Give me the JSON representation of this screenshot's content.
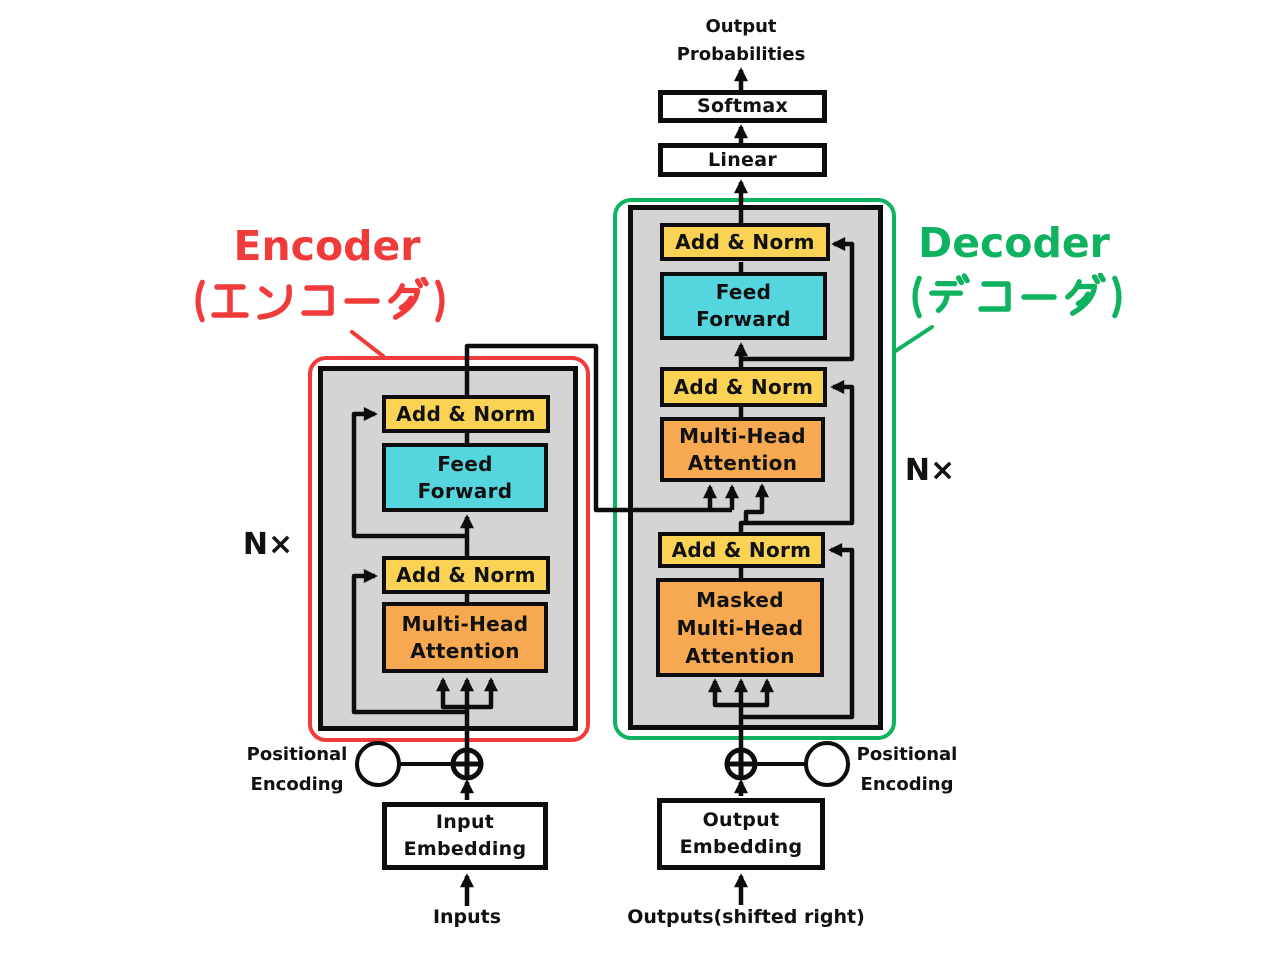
{
  "colors": {
    "yellow": "#FAD355",
    "orange": "#F6A950",
    "cyan": "#55D6DF",
    "gray": "#D4D4D4",
    "red": "#F13B3B",
    "green": "#0EB25F",
    "line": "#0D0D0D",
    "white": "#FFFFFF"
  },
  "top": {
    "output_probabilities": [
      "Output",
      "Probabilities"
    ],
    "softmax": "Softmax",
    "linear": "Linear"
  },
  "encoder": {
    "title": "Encoder",
    "title_ja": "(エンコーダ)",
    "n_times": "N×",
    "add_norm_top": "Add & Norm",
    "feed_forward": [
      "Feed",
      "Forward"
    ],
    "add_norm_bottom": "Add & Norm",
    "attention": [
      "Multi-Head",
      "Attention"
    ]
  },
  "decoder": {
    "title": "Decoder",
    "title_ja": "(デコーダ)",
    "n_times": "N×",
    "add_norm_top": "Add & Norm",
    "feed_forward": [
      "Feed",
      "Forward"
    ],
    "add_norm_mid": "Add & Norm",
    "attention": [
      "Multi-Head",
      "Attention"
    ],
    "add_norm_bottom": "Add & Norm",
    "masked_attention": [
      "Masked",
      "Multi-Head",
      "Attention"
    ]
  },
  "bottom": {
    "positional_encoding_left": [
      "Positional",
      "Encoding"
    ],
    "positional_encoding_right": [
      "Positional",
      "Encoding"
    ],
    "input_embedding": [
      "Input",
      "Embedding"
    ],
    "output_embedding": [
      "Output",
      "Embedding"
    ],
    "inputs": "Inputs",
    "outputs": "Outputs(shifted right)"
  }
}
